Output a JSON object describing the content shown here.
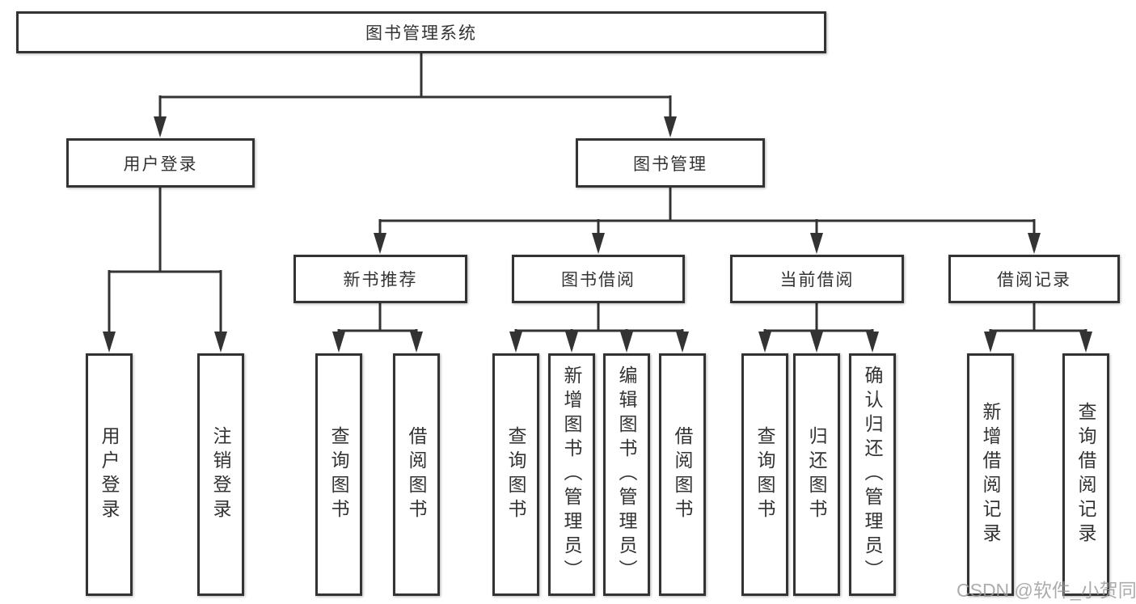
{
  "diagram": {
    "root": {
      "label": "图书管理系统"
    },
    "branches": [
      {
        "label": "用户登录",
        "children": [
          {
            "label": "用户登录"
          },
          {
            "label": "注销登录"
          }
        ]
      },
      {
        "label": "图书管理",
        "children": [
          {
            "label": "新书推荐",
            "children": [
              {
                "label": "查询图书"
              },
              {
                "label": "借阅图书"
              }
            ]
          },
          {
            "label": "图书借阅",
            "children": [
              {
                "label": "查询图书"
              },
              {
                "label": "新增图书（管理员）"
              },
              {
                "label": "编辑图书（管理员）"
              },
              {
                "label": "借阅图书"
              }
            ]
          },
          {
            "label": "当前借阅",
            "children": [
              {
                "label": "查询图书"
              },
              {
                "label": "归还图书"
              },
              {
                "label": "确认归还（管理员）"
              }
            ]
          },
          {
            "label": "借阅记录",
            "children": [
              {
                "label": "新增借阅记录"
              },
              {
                "label": "查询借阅记录"
              }
            ]
          }
        ]
      }
    ]
  },
  "watermark": {
    "text": "CSDN @软件_小贺同学"
  },
  "colors": {
    "line": "#333333",
    "box_border": "#333333",
    "box_background": "#ffffff",
    "text": "#333333",
    "watermark": "#9a9a9a",
    "page_background": "#ffffff"
  }
}
